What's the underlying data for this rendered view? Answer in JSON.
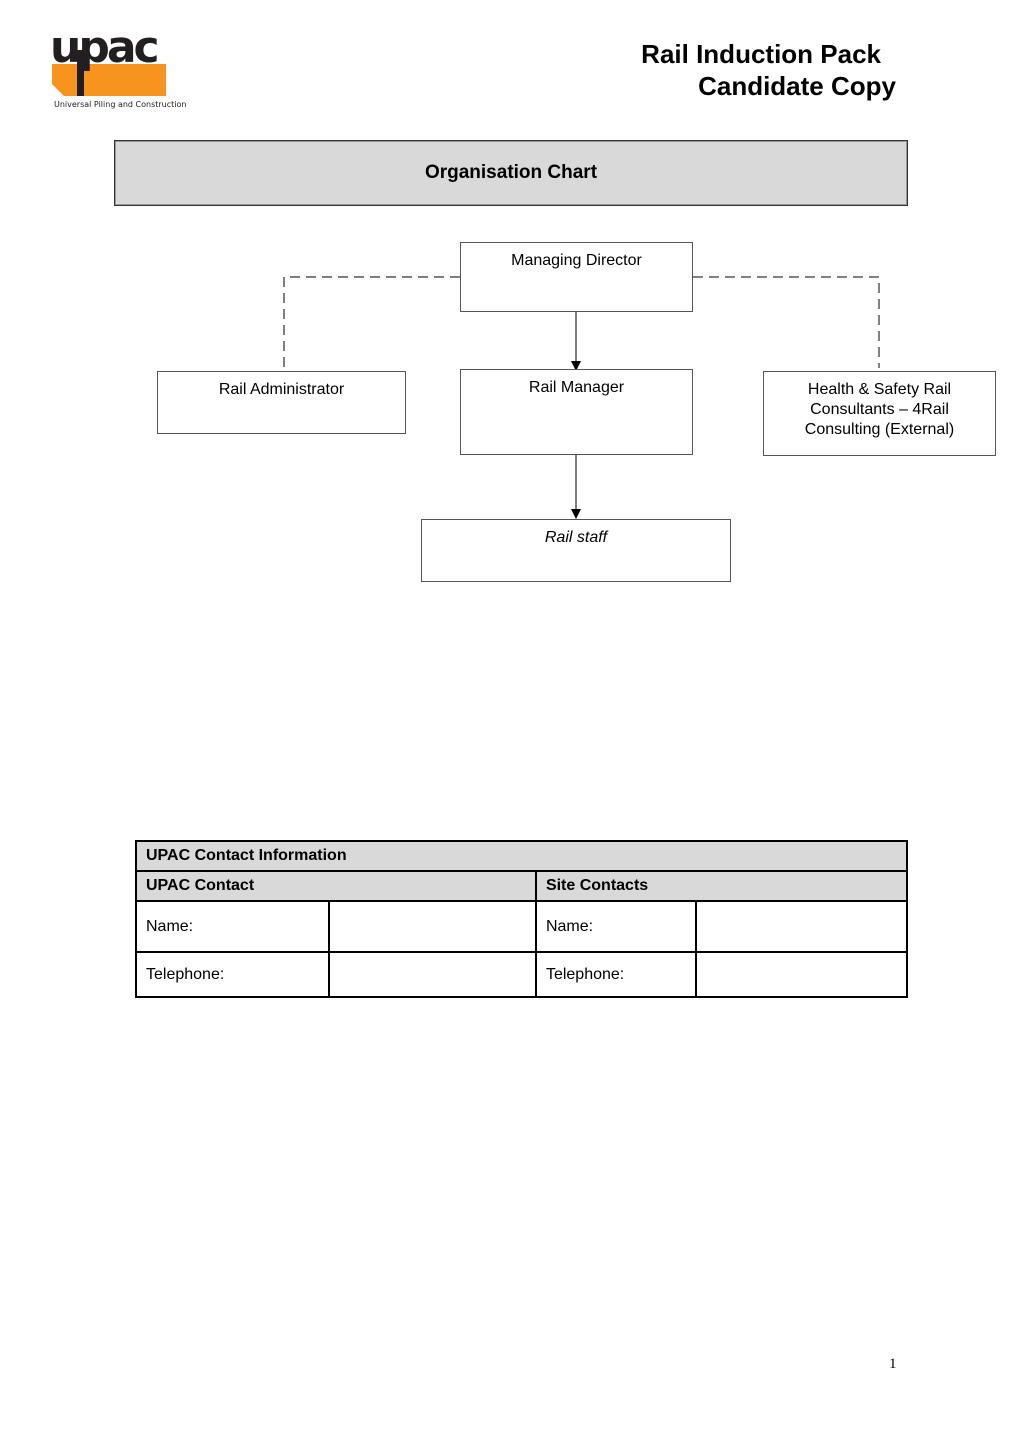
{
  "logo": {
    "wordmark": "upac",
    "tagline": "Universal Piling and Construction",
    "colors": {
      "orange": "#f7941d",
      "dark": "#231f20"
    }
  },
  "header": {
    "title_line1": "Rail Induction Pack",
    "title_line2": "Candidate Copy"
  },
  "section": {
    "title": "Organisation Chart"
  },
  "org_chart": {
    "managing_director": "Managing Director",
    "rail_administrator": "Rail Administrator",
    "rail_manager": "Rail Manager",
    "health_safety": "Health & Safety Rail Consultants – 4Rail Consulting (External)",
    "rail_staff": "Rail staff"
  },
  "contact_table": {
    "title": "UPAC Contact Information",
    "col1_header": "UPAC Contact",
    "col2_header": "Site Contacts",
    "rows": [
      {
        "left_label": "Name:",
        "left_value": "",
        "right_label": "Name:",
        "right_value": ""
      },
      {
        "left_label": "Telephone:",
        "left_value": "",
        "right_label": "Telephone:",
        "right_value": ""
      }
    ]
  },
  "footer": {
    "page_number": "1"
  }
}
